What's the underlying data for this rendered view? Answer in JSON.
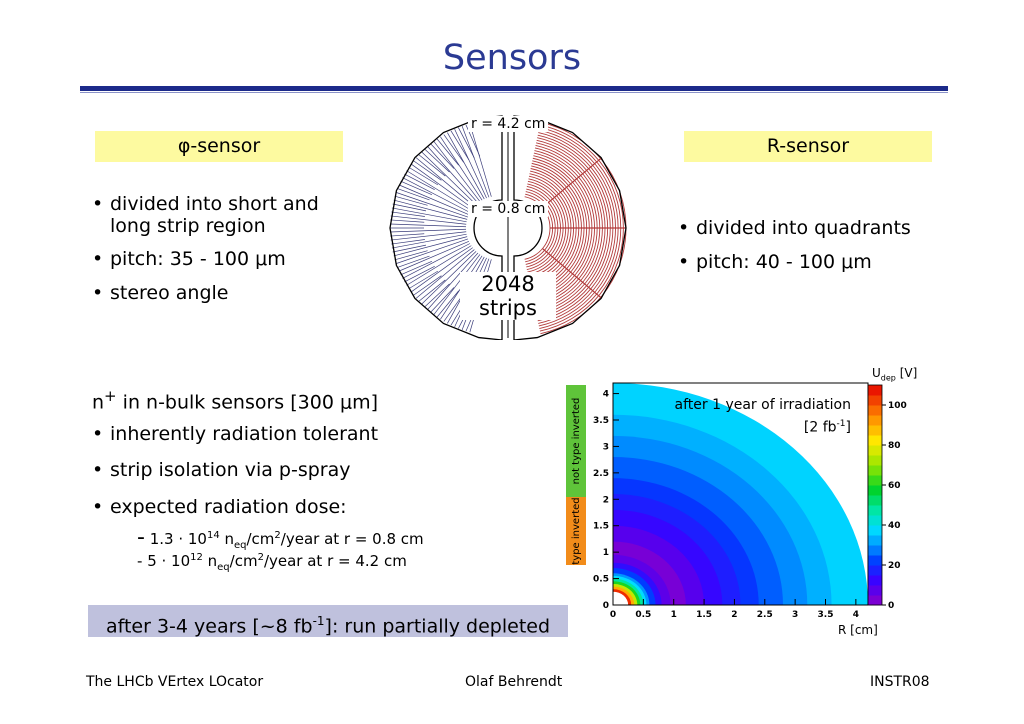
{
  "title": "Sensors",
  "phi_sensor": {
    "heading_symbol": "φ",
    "heading_text": "-sensor",
    "bullets": [
      [
        "divided into short and",
        "long strip region"
      ],
      [
        "pitch: 35 - 100 ",
        "μ",
        "m"
      ],
      [
        "stereo angle"
      ]
    ]
  },
  "r_sensor": {
    "heading": "R-sensor",
    "bullets": [
      [
        "divided into quadrants"
      ],
      [
        "pitch: 40 - 100 ",
        "μ",
        "m"
      ]
    ]
  },
  "diagram": {
    "r_outer": "r = 4.2 cm",
    "r_inner": "r = 0.8 cm",
    "strips_count": "2048",
    "strips_label": "strips",
    "phi_color": "#3a3c7a",
    "r_color": "#b23a3a"
  },
  "nbulk": {
    "head_pre": "n",
    "head_sup": "+",
    "head_mid": " in n-bulk sensors [300 ",
    "head_mu": "μ",
    "head_post": "m]",
    "bullets": [
      "inherently radiation tolerant",
      "strip isolation via p-spray",
      "expected radiation dose:"
    ],
    "dose1": {
      "dash": "-",
      "a": " 1.3 · 10",
      "exp": "14",
      "b": " n",
      "sub": "eq",
      "c": "/cm",
      "exp2": "2",
      "d": "/year at r = 0.8 cm"
    },
    "dose2": {
      "dash": "-",
      "a": " 5 · 10",
      "exp": "12",
      "b": " n",
      "sub": "eq",
      "c": "/cm",
      "exp2": "2",
      "d": "/year at r = 4.2 cm"
    }
  },
  "conclusion": {
    "a": "after 3-4 years [~8 fb",
    "sup": "-1",
    "b": "]: run partially depleted"
  },
  "chart_data": {
    "type": "heatmap",
    "annotation_line1": "after 1 year of irradiation",
    "annotation_line2_a": "[2 fb",
    "annotation_line2_sup": "-1",
    "annotation_line2_b": "]",
    "xlabel": "R [cm]",
    "zlabel_main": "U",
    "zlabel_sub": "dep",
    "zlabel_unit": " [V]",
    "xlim": [
      0,
      4.2
    ],
    "ylim": [
      0,
      4.2
    ],
    "zlim": [
      0,
      110
    ],
    "x_ticks": [
      "0",
      "0.5",
      "1",
      "1.5",
      "2",
      "2.5",
      "3",
      "3.5",
      "4"
    ],
    "y_ticks": [
      "0",
      "0.5",
      "1",
      "1.5",
      "2",
      "2.5",
      "3",
      "3.5",
      "4"
    ],
    "z_ticks": [
      "0",
      "20",
      "40",
      "60",
      "80",
      "100"
    ],
    "region_labels": {
      "not_inverted": "not type inverted",
      "inverted": "type inverted"
    },
    "rings": [
      {
        "r_min": 0.25,
        "r_max": 0.3,
        "u": 105
      },
      {
        "r_min": 0.3,
        "r_max": 0.35,
        "u": 90
      },
      {
        "r_min": 0.35,
        "r_max": 0.4,
        "u": 75
      },
      {
        "r_min": 0.4,
        "r_max": 0.45,
        "u": 60
      },
      {
        "r_min": 0.45,
        "r_max": 0.5,
        "u": 48
      },
      {
        "r_min": 0.5,
        "r_max": 0.55,
        "u": 38
      },
      {
        "r_min": 0.55,
        "r_max": 0.6,
        "u": 30
      },
      {
        "r_min": 0.6,
        "r_max": 0.7,
        "u": 22
      },
      {
        "r_min": 0.7,
        "r_max": 0.8,
        "u": 14
      },
      {
        "r_min": 0.8,
        "r_max": 0.95,
        "u": 7
      },
      {
        "r_min": 0.95,
        "r_max": 1.2,
        "u": 3
      },
      {
        "r_min": 1.2,
        "r_max": 1.5,
        "u": 8
      },
      {
        "r_min": 1.5,
        "r_max": 1.8,
        "u": 13
      },
      {
        "r_min": 1.8,
        "r_max": 2.1,
        "u": 17
      },
      {
        "r_min": 2.1,
        "r_max": 2.4,
        "u": 21
      },
      {
        "r_min": 2.4,
        "r_max": 2.8,
        "u": 25
      },
      {
        "r_min": 2.8,
        "r_max": 3.2,
        "u": 29
      },
      {
        "r_min": 3.2,
        "r_max": 3.6,
        "u": 33
      },
      {
        "r_min": 3.6,
        "r_max": 4.2,
        "u": 37
      }
    ]
  },
  "footer": {
    "left": "The LHCb VErtex LOcator",
    "center": "Olaf Behrendt",
    "right": "INSTR08"
  }
}
